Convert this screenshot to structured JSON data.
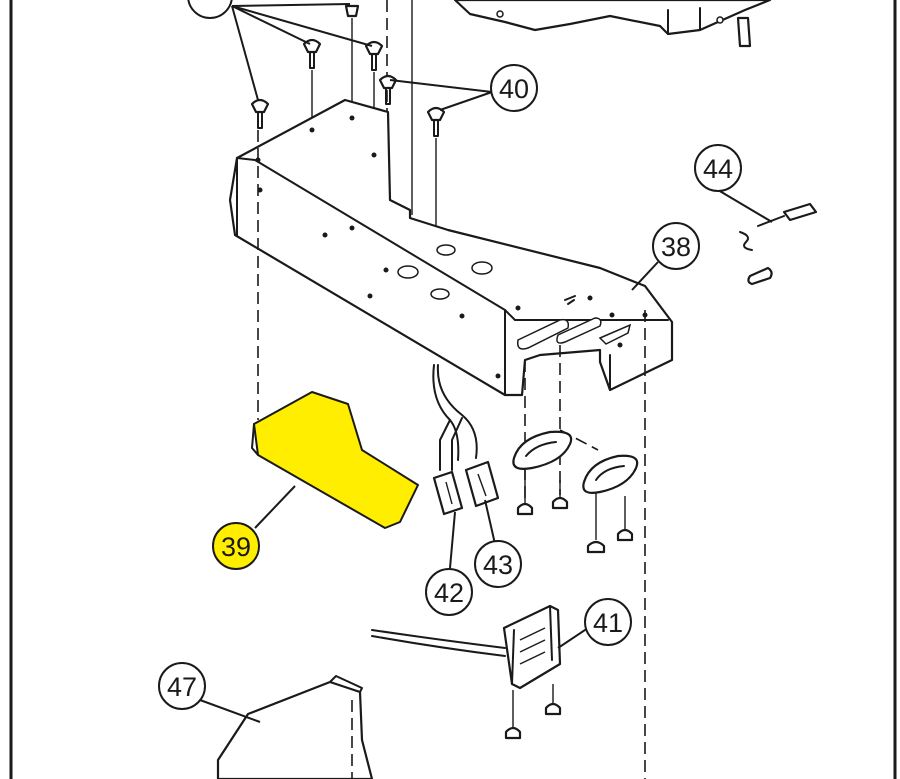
{
  "callouts": {
    "c38": "38",
    "c39": "39",
    "c40": "40",
    "c41": "41",
    "c42": "42",
    "c43": "43",
    "c44": "44",
    "c47": "47"
  },
  "colors": {
    "highlight": "#ffee00",
    "line": "#1a1a1a",
    "background": "#ffffff"
  }
}
